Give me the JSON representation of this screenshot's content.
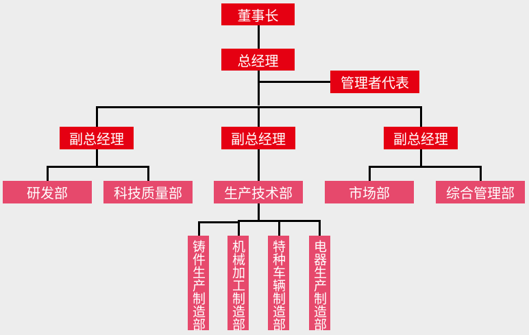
{
  "chart": {
    "chairman": "董事长",
    "general_manager": "总经理",
    "management_representative": "管理者代表",
    "deputy_managers": [
      {
        "title": "副总经理",
        "departments": [
          "研发部",
          "科技质量部"
        ]
      },
      {
        "title": "副总经理",
        "departments": [
          "生产技术部"
        ]
      },
      {
        "title": "副总经理",
        "departments": [
          "市场部",
          "综合管理部"
        ]
      }
    ],
    "production_subunits": [
      "铸件生产制造部",
      "机械加工制造部",
      "特种车辆制造部",
      "电器生产制造部"
    ]
  },
  "colors": {
    "executive": "#e50012",
    "department": "#e6496c",
    "background": "#ededed",
    "connector": "#000000"
  }
}
